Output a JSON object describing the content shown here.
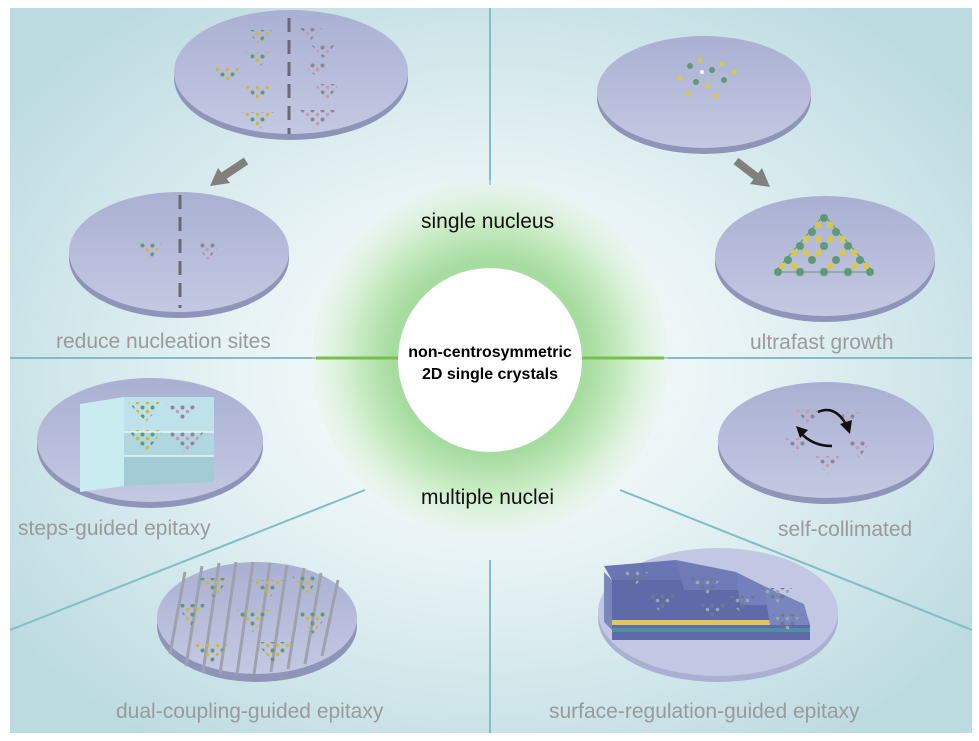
{
  "center": {
    "line1": "non-centrosymmetric",
    "line2": "2D single crystals"
  },
  "ring": {
    "top": "single nucleus",
    "bottom": "multiple nuclei"
  },
  "strategies": {
    "reduce_nucleation": "reduce nucleation sites",
    "ultrafast_growth": "ultrafast growth",
    "steps_guided": "steps-guided epitaxy",
    "self_collimated": "self-collimated",
    "dual_coupling": "dual-coupling-guided epitaxy",
    "surface_regulation": "surface-regulation-guided epitaxy"
  },
  "colors": {
    "background_tint": "#cfe6ea",
    "divider": "#7fbfc3",
    "ring_green": "#c9ecc4",
    "substrate": "#b9bfd9",
    "arrow": "#808080"
  }
}
